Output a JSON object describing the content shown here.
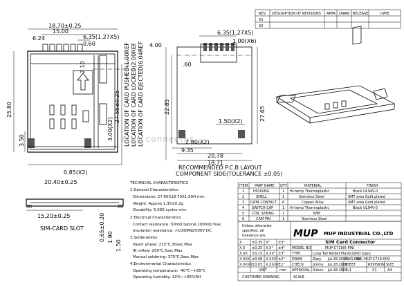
{
  "revision_table": {
    "headers": [
      "REV",
      "DESCRIPTION OF REVISIONS",
      "APPR",
      "DRAW",
      "RELEASE",
      "DATE"
    ],
    "rows": [
      [
        "X1",
        "",
        "",
        "",
        "",
        ""
      ],
      [
        "X2",
        "",
        "",
        "",
        "",
        ""
      ]
    ]
  },
  "top_view": {
    "dims": {
      "overall_width": "18.70±0.25",
      "inner_width": "15.00",
      "left_offset": "6.24",
      "pitch": "6.35(1.27X5)",
      "pin_offset": "0.60",
      "height_right": "2.10",
      "height_total": "25.80",
      "length_27": "27.55±0.25",
      "base_width": "20.40±0.25",
      "gap": "0.85(X2)",
      "side_3": "3.00(X2)",
      "side_350": "3.50"
    },
    "location_notes": [
      "LOCATION OF CARD PUSHED(1.00REF",
      "LOCATION OF CARD LOCKED(2.00REF",
      "LOCATION OF CARD EJECTED(6.04REF"
    ]
  },
  "pcb_layout": {
    "dims": {
      "pitch": "6.35(1.27X5)",
      "pad_width": "1.00(X6)",
      "left_4": "4.00",
      "pad_60": ".60",
      "len_22": "22.85",
      "len_27": "27.65",
      "pad_150": "1.50(X2)",
      "w_9": "9.35",
      "w_20": "20.78",
      "w_18": "18.71",
      "w_28": "2.80(X2)"
    },
    "caption_1": "RECOMMENDED P.C.B LAYOUT",
    "caption_2": "COMPONENT SIDE(TOLERANCE ±0.05)"
  },
  "side_view": {
    "dims": {
      "len": "15.20±0.25",
      "h_190": "1.90",
      "h_165": "0.65±0.20",
      "h_150": "1.50"
    },
    "label": "SIM-CARD SLOT"
  },
  "watermark": "mup connector",
  "characteristics": {
    "title": "TECHNICAL CHARACTERISTICS",
    "lines": [
      "1.General Characteristics",
      "Dimensions: 27.65X18.70X1.50H mm",
      "Weight: Approx 1.35±0.2g",
      "Durability: 5,000 cycles min.",
      "2.Electrical Characteristics",
      "Contact resistance: 50mΩ typical,100mΩ max",
      "Insulation resistance: >1000MΩ/500V DC",
      "3.Solderability",
      "Vapor phase: 215℃,30sec.Max",
      "IR reflow: 250℃,5sec.Max",
      "Manual soldering: 370℃,3sec.Max",
      "4.Environmental Characteristics",
      "Operating temperature: -40℃~+85℃",
      "Operating humidity: 10%~+95%RH"
    ]
  },
  "parts_table": {
    "headers": [
      "ITEM",
      "PART NAME",
      "QTY",
      "MATERIAL",
      "FINISH"
    ],
    "rows": [
      [
        "1",
        "HOUSING",
        "1",
        "Hi-temp Thermoplastic",
        "Black UL94V-0"
      ],
      [
        "2",
        "SHELL",
        "1",
        "Stainless Steel",
        "SMT area Gold plated"
      ],
      [
        "3",
        "DATA CONTACT",
        "6",
        "Copper Alloy",
        "SMT area Gold plated"
      ],
      [
        "4",
        "SWITCH CAP",
        "1",
        "Hi-temp Thermoplastic",
        "Black UL94V-0"
      ],
      [
        "5",
        "COIL SPRING",
        "1",
        "SWP",
        ""
      ],
      [
        "6",
        "CAM PIN",
        "1",
        "Stainless Steel",
        ""
      ]
    ]
  },
  "title_block": {
    "notes": [
      "Unless otherwise",
      "specified, all",
      "tolerance are."
    ],
    "company": "MUP INDUSTRIAL CO.,LTD",
    "logo": "MUP",
    "tolerances": [
      [
        "X",
        "±0.35",
        "X°",
        "±5°"
      ],
      [
        "X.X",
        "±0.25",
        "X.X°",
        "±4°"
      ],
      [
        "X.XX",
        "±0.15",
        "X.XX°",
        "±3°"
      ],
      [
        "X.XXX",
        "±0.08",
        "X.XXX°",
        "±2°"
      ],
      [
        "X.XXXX",
        "±0.05",
        "X.XXXX°",
        "±1°"
      ]
    ],
    "unit_label": "UNIT",
    "unit": "mm",
    "scale_label": "SCALE",
    "title": "SIM Card Connector",
    "model_label": "MODEL NO",
    "model": "MUP-C719(6 PIN)",
    "type_label": "TYPE",
    "type_value": "Long Tall Added Plastic(W/O logo)",
    "draw_label": "DRAW",
    "draw_name": "Zoey",
    "draw_date": "Jul.28.2008",
    "check_label": "CHECK",
    "check_name": "Jimmy",
    "check_date": "Jul.28.2008",
    "approval_label": "APPROVAL",
    "approval_name": "Simon",
    "approval_date": "Jul.28.2008",
    "dwg_label": "DWG. NO",
    "dwg": "DWC-MUP-C719-009",
    "sheet_label": "SHEET",
    "sheet": "1/1",
    "revision_label": "REVISION",
    "revision": "X1",
    "size_label": "SIZE",
    "size": "A4",
    "customer_drawing": "CUSTOMER DRAWING"
  }
}
